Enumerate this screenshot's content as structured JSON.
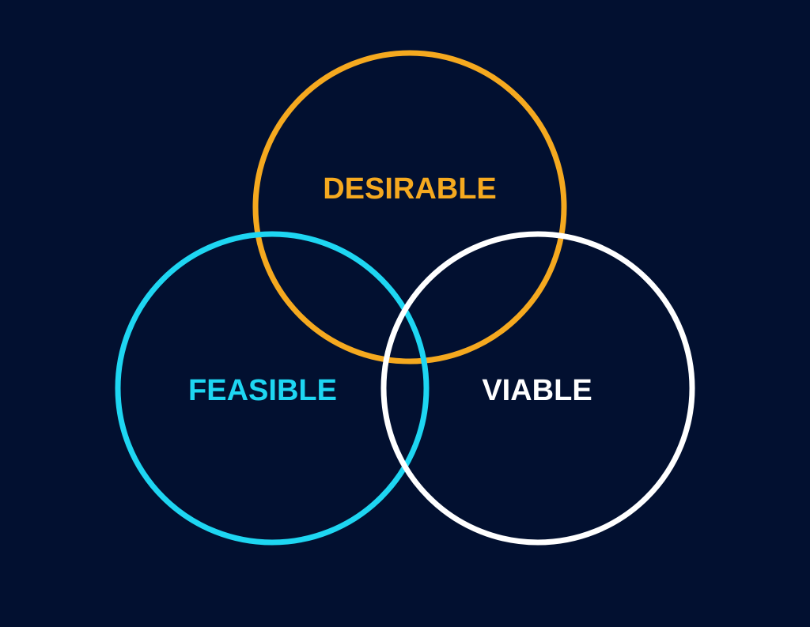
{
  "background_color": "#021030",
  "diagram": {
    "type": "venn",
    "sets": [
      {
        "id": "desirable",
        "label": "DESIRABLE",
        "color": "#F5A91F"
      },
      {
        "id": "feasible",
        "label": "FEASIBLE",
        "color": "#1ED6F2"
      },
      {
        "id": "viable",
        "label": "VIABLE",
        "color": "#FFFFFF"
      }
    ]
  }
}
